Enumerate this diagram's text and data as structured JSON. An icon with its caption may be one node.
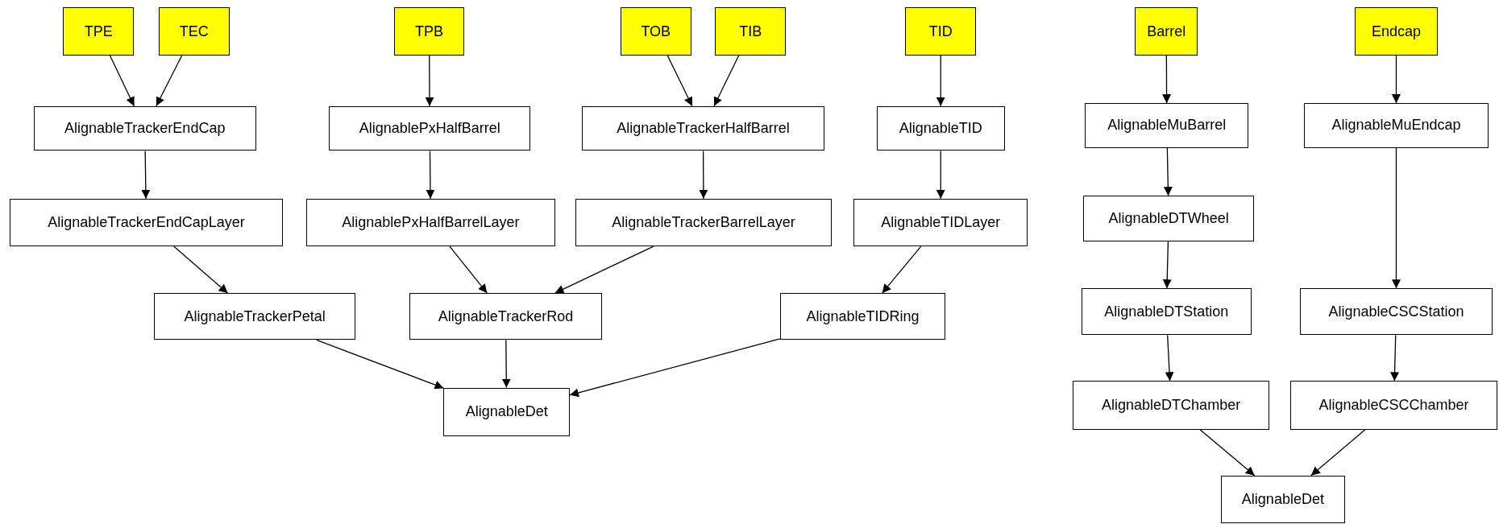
{
  "diagram": {
    "nodes": [
      {
        "text": [
          "TPE"
        ]
      },
      {
        "text": [
          "TEC"
        ]
      },
      {
        "text": [
          "TPB"
        ]
      },
      {
        "text": [
          "TOB"
        ]
      },
      {
        "text": [
          "TIB"
        ]
      },
      {
        "text": [
          "TID"
        ]
      },
      {
        "text": [
          "Barrel"
        ]
      },
      {
        "text": [
          "Endcap"
        ]
      },
      {
        "text": [
          "AlignableTrackerEndCap"
        ]
      },
      {
        "text": [
          "AlignablePxHalfBarrel"
        ]
      },
      {
        "text": [
          "AlignableTrackerHalfBarrel"
        ]
      },
      {
        "text": [
          "AlignableTID"
        ]
      },
      {
        "text": [
          "AlignableMuBarrel"
        ]
      },
      {
        "text": [
          "AlignableMuEndcap"
        ]
      },
      {
        "text": [
          "AlignableTrackerEndCapLayer"
        ]
      },
      {
        "text": [
          "AlignablePxHalfBarrelLayer"
        ]
      },
      {
        "text": [
          "AlignableTrackerBarrelLayer"
        ]
      },
      {
        "text": [
          "AlignableTIDLayer"
        ]
      },
      {
        "text": [
          "AlignableDTWheel"
        ]
      },
      {
        "text": [
          "AlignableTrackerPetal"
        ]
      },
      {
        "text": [
          "AlignableTrackerRod"
        ]
      },
      {
        "text": [
          "AlignableTIDRing"
        ]
      },
      {
        "text": [
          "AlignableDTStation"
        ]
      },
      {
        "text": [
          "AlignableCSCStation"
        ]
      },
      {
        "text": [
          "AlignableDet"
        ]
      },
      {
        "text": [
          "AlignableDTChamber"
        ]
      },
      {
        "text": [
          "AlignableCSCChamber"
        ]
      },
      {
        "text": [
          "AlignableDet"
        ]
      }
    ],
    "edges": [
      {
        "from": 0,
        "to": 8,
        "arrow": "to"
      },
      {
        "from": 1,
        "to": 8,
        "arrow": "to"
      },
      {
        "from": 2,
        "to": 9,
        "arrow": "to"
      },
      {
        "from": 3,
        "to": 10,
        "arrow": "to"
      },
      {
        "from": 4,
        "to": 10,
        "arrow": "to"
      },
      {
        "from": 5,
        "to": 11,
        "arrow": "to"
      },
      {
        "from": 6,
        "to": 12,
        "arrow": "to"
      },
      {
        "from": 7,
        "to": 13,
        "arrow": "to"
      },
      {
        "from": 8,
        "to": 14,
        "arrow": "to"
      },
      {
        "from": 9,
        "to": 15,
        "arrow": "to"
      },
      {
        "from": 10,
        "to": 16,
        "arrow": "to"
      },
      {
        "from": 11,
        "to": 17,
        "arrow": "to"
      },
      {
        "from": 12,
        "to": 18,
        "arrow": "to"
      },
      {
        "from": 13,
        "to": 23,
        "arrow": "to"
      },
      {
        "from": 14,
        "to": 19,
        "arrow": "to"
      },
      {
        "from": 15,
        "to": 20,
        "arrow": "to"
      },
      {
        "from": 16,
        "to": 20,
        "arrow": "to"
      },
      {
        "from": 17,
        "to": 21,
        "arrow": "to"
      },
      {
        "from": 18,
        "to": 22,
        "arrow": "to"
      },
      {
        "from": 19,
        "to": 24,
        "arrow": "to"
      },
      {
        "from": 20,
        "to": 24,
        "arrow": "to"
      },
      {
        "from": 21,
        "to": 24,
        "arrow": "to"
      },
      {
        "from": 22,
        "to": 25,
        "arrow": "to"
      },
      {
        "from": 23,
        "to": 26,
        "arrow": "to"
      },
      {
        "from": 25,
        "to": 27,
        "arrow": "to"
      },
      {
        "from": 26,
        "to": 27,
        "arrow": "to"
      }
    ]
  }
}
